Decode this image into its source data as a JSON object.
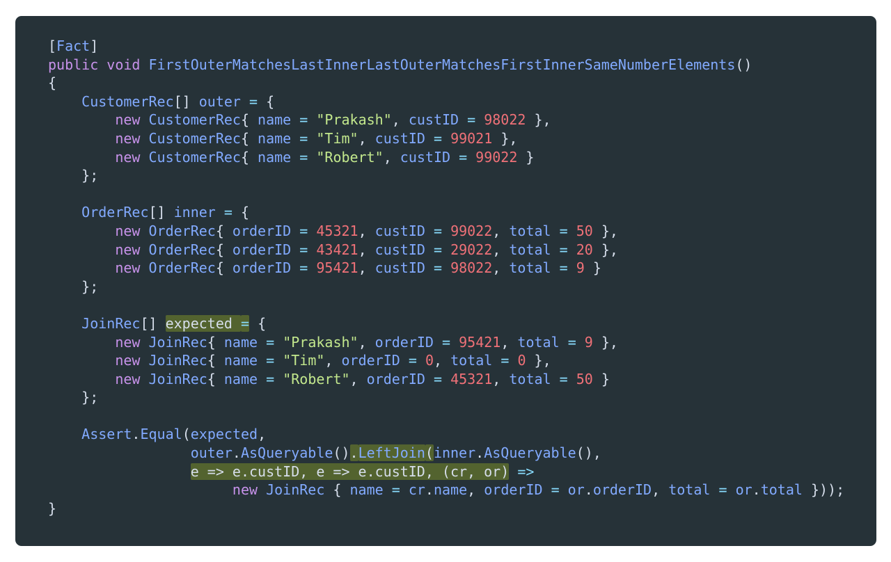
{
  "colors": {
    "background": "#263238",
    "keyword": "#c792ea",
    "identifier": "#82aaff",
    "operator": "#89ddff",
    "string": "#c3e88d",
    "number": "#f07178",
    "punctuation": "#d6deeb",
    "highlight": "#8ba026"
  },
  "code": {
    "lines": [
      [
        {
          "t": "punc",
          "v": "["
        },
        {
          "t": "attr",
          "v": "Fact"
        },
        {
          "t": "punc",
          "v": "]"
        }
      ],
      [
        {
          "t": "kw",
          "v": "public"
        },
        {
          "t": "plain",
          "v": " "
        },
        {
          "t": "kw",
          "v": "void"
        },
        {
          "t": "plain",
          "v": " "
        },
        {
          "t": "fn",
          "v": "FirstOuterMatchesLastInnerLastOuterMatchesFirstInnerSameNumberElements"
        },
        {
          "t": "punc",
          "v": "()"
        }
      ],
      [
        {
          "t": "punc",
          "v": "{"
        }
      ],
      [
        {
          "t": "plain",
          "v": "    "
        },
        {
          "t": "type",
          "v": "CustomerRec"
        },
        {
          "t": "punc",
          "v": "[] "
        },
        {
          "t": "id",
          "v": "outer"
        },
        {
          "t": "plain",
          "v": " "
        },
        {
          "t": "op",
          "v": "="
        },
        {
          "t": "plain",
          "v": " "
        },
        {
          "t": "punc",
          "v": "{"
        }
      ],
      [
        {
          "t": "plain",
          "v": "        "
        },
        {
          "t": "kw",
          "v": "new"
        },
        {
          "t": "plain",
          "v": " "
        },
        {
          "t": "type",
          "v": "CustomerRec"
        },
        {
          "t": "punc",
          "v": "{ "
        },
        {
          "t": "id",
          "v": "name"
        },
        {
          "t": "plain",
          "v": " "
        },
        {
          "t": "op",
          "v": "="
        },
        {
          "t": "plain",
          "v": " "
        },
        {
          "t": "str",
          "v": "\"Prakash\""
        },
        {
          "t": "punc",
          "v": ", "
        },
        {
          "t": "id",
          "v": "custID"
        },
        {
          "t": "plain",
          "v": " "
        },
        {
          "t": "op",
          "v": "="
        },
        {
          "t": "plain",
          "v": " "
        },
        {
          "t": "num",
          "v": "98022"
        },
        {
          "t": "punc",
          "v": " },"
        }
      ],
      [
        {
          "t": "plain",
          "v": "        "
        },
        {
          "t": "kw",
          "v": "new"
        },
        {
          "t": "plain",
          "v": " "
        },
        {
          "t": "type",
          "v": "CustomerRec"
        },
        {
          "t": "punc",
          "v": "{ "
        },
        {
          "t": "id",
          "v": "name"
        },
        {
          "t": "plain",
          "v": " "
        },
        {
          "t": "op",
          "v": "="
        },
        {
          "t": "plain",
          "v": " "
        },
        {
          "t": "str",
          "v": "\"Tim\""
        },
        {
          "t": "punc",
          "v": ", "
        },
        {
          "t": "id",
          "v": "custID"
        },
        {
          "t": "plain",
          "v": " "
        },
        {
          "t": "op",
          "v": "="
        },
        {
          "t": "plain",
          "v": " "
        },
        {
          "t": "num",
          "v": "99021"
        },
        {
          "t": "punc",
          "v": " },"
        }
      ],
      [
        {
          "t": "plain",
          "v": "        "
        },
        {
          "t": "kw",
          "v": "new"
        },
        {
          "t": "plain",
          "v": " "
        },
        {
          "t": "type",
          "v": "CustomerRec"
        },
        {
          "t": "punc",
          "v": "{ "
        },
        {
          "t": "id",
          "v": "name"
        },
        {
          "t": "plain",
          "v": " "
        },
        {
          "t": "op",
          "v": "="
        },
        {
          "t": "plain",
          "v": " "
        },
        {
          "t": "str",
          "v": "\"Robert\""
        },
        {
          "t": "punc",
          "v": ", "
        },
        {
          "t": "id",
          "v": "custID"
        },
        {
          "t": "plain",
          "v": " "
        },
        {
          "t": "op",
          "v": "="
        },
        {
          "t": "plain",
          "v": " "
        },
        {
          "t": "num",
          "v": "99022"
        },
        {
          "t": "punc",
          "v": " }"
        }
      ],
      [
        {
          "t": "plain",
          "v": "    "
        },
        {
          "t": "punc",
          "v": "};"
        }
      ],
      [],
      [
        {
          "t": "plain",
          "v": "    "
        },
        {
          "t": "type",
          "v": "OrderRec"
        },
        {
          "t": "punc",
          "v": "[] "
        },
        {
          "t": "id",
          "v": "inner"
        },
        {
          "t": "plain",
          "v": " "
        },
        {
          "t": "op",
          "v": "="
        },
        {
          "t": "plain",
          "v": " "
        },
        {
          "t": "punc",
          "v": "{"
        }
      ],
      [
        {
          "t": "plain",
          "v": "        "
        },
        {
          "t": "kw",
          "v": "new"
        },
        {
          "t": "plain",
          "v": " "
        },
        {
          "t": "type",
          "v": "OrderRec"
        },
        {
          "t": "punc",
          "v": "{ "
        },
        {
          "t": "id",
          "v": "orderID"
        },
        {
          "t": "plain",
          "v": " "
        },
        {
          "t": "op",
          "v": "="
        },
        {
          "t": "plain",
          "v": " "
        },
        {
          "t": "num",
          "v": "45321"
        },
        {
          "t": "punc",
          "v": ", "
        },
        {
          "t": "id",
          "v": "custID"
        },
        {
          "t": "plain",
          "v": " "
        },
        {
          "t": "op",
          "v": "="
        },
        {
          "t": "plain",
          "v": " "
        },
        {
          "t": "num",
          "v": "99022"
        },
        {
          "t": "punc",
          "v": ", "
        },
        {
          "t": "id",
          "v": "total"
        },
        {
          "t": "plain",
          "v": " "
        },
        {
          "t": "op",
          "v": "="
        },
        {
          "t": "plain",
          "v": " "
        },
        {
          "t": "num",
          "v": "50"
        },
        {
          "t": "punc",
          "v": " },"
        }
      ],
      [
        {
          "t": "plain",
          "v": "        "
        },
        {
          "t": "kw",
          "v": "new"
        },
        {
          "t": "plain",
          "v": " "
        },
        {
          "t": "type",
          "v": "OrderRec"
        },
        {
          "t": "punc",
          "v": "{ "
        },
        {
          "t": "id",
          "v": "orderID"
        },
        {
          "t": "plain",
          "v": " "
        },
        {
          "t": "op",
          "v": "="
        },
        {
          "t": "plain",
          "v": " "
        },
        {
          "t": "num",
          "v": "43421"
        },
        {
          "t": "punc",
          "v": ", "
        },
        {
          "t": "id",
          "v": "custID"
        },
        {
          "t": "plain",
          "v": " "
        },
        {
          "t": "op",
          "v": "="
        },
        {
          "t": "plain",
          "v": " "
        },
        {
          "t": "num",
          "v": "29022"
        },
        {
          "t": "punc",
          "v": ", "
        },
        {
          "t": "id",
          "v": "total"
        },
        {
          "t": "plain",
          "v": " "
        },
        {
          "t": "op",
          "v": "="
        },
        {
          "t": "plain",
          "v": " "
        },
        {
          "t": "num",
          "v": "20"
        },
        {
          "t": "punc",
          "v": " },"
        }
      ],
      [
        {
          "t": "plain",
          "v": "        "
        },
        {
          "t": "kw",
          "v": "new"
        },
        {
          "t": "plain",
          "v": " "
        },
        {
          "t": "type",
          "v": "OrderRec"
        },
        {
          "t": "punc",
          "v": "{ "
        },
        {
          "t": "id",
          "v": "orderID"
        },
        {
          "t": "plain",
          "v": " "
        },
        {
          "t": "op",
          "v": "="
        },
        {
          "t": "plain",
          "v": " "
        },
        {
          "t": "num",
          "v": "95421"
        },
        {
          "t": "punc",
          "v": ", "
        },
        {
          "t": "id",
          "v": "custID"
        },
        {
          "t": "plain",
          "v": " "
        },
        {
          "t": "op",
          "v": "="
        },
        {
          "t": "plain",
          "v": " "
        },
        {
          "t": "num",
          "v": "98022"
        },
        {
          "t": "punc",
          "v": ", "
        },
        {
          "t": "id",
          "v": "total"
        },
        {
          "t": "plain",
          "v": " "
        },
        {
          "t": "op",
          "v": "="
        },
        {
          "t": "plain",
          "v": " "
        },
        {
          "t": "num",
          "v": "9"
        },
        {
          "t": "punc",
          "v": " }"
        }
      ],
      [
        {
          "t": "plain",
          "v": "    "
        },
        {
          "t": "punc",
          "v": "};"
        }
      ],
      [],
      [
        {
          "t": "plain",
          "v": "    "
        },
        {
          "t": "type",
          "v": "JoinRec"
        },
        {
          "t": "punc",
          "v": "[] "
        },
        {
          "t": "plain",
          "v": "expected ",
          "hl": true
        },
        {
          "t": "op",
          "v": "=",
          "hl": true
        },
        {
          "t": "plain",
          "v": " "
        },
        {
          "t": "punc",
          "v": "{"
        }
      ],
      [
        {
          "t": "plain",
          "v": "        "
        },
        {
          "t": "kw",
          "v": "new"
        },
        {
          "t": "plain",
          "v": " "
        },
        {
          "t": "type",
          "v": "JoinRec"
        },
        {
          "t": "punc",
          "v": "{ "
        },
        {
          "t": "id",
          "v": "name"
        },
        {
          "t": "plain",
          "v": " "
        },
        {
          "t": "op",
          "v": "="
        },
        {
          "t": "plain",
          "v": " "
        },
        {
          "t": "str",
          "v": "\"Prakash\""
        },
        {
          "t": "punc",
          "v": ", "
        },
        {
          "t": "id",
          "v": "orderID"
        },
        {
          "t": "plain",
          "v": " "
        },
        {
          "t": "op",
          "v": "="
        },
        {
          "t": "plain",
          "v": " "
        },
        {
          "t": "num",
          "v": "95421"
        },
        {
          "t": "punc",
          "v": ", "
        },
        {
          "t": "id",
          "v": "total"
        },
        {
          "t": "plain",
          "v": " "
        },
        {
          "t": "op",
          "v": "="
        },
        {
          "t": "plain",
          "v": " "
        },
        {
          "t": "num",
          "v": "9"
        },
        {
          "t": "punc",
          "v": " },"
        }
      ],
      [
        {
          "t": "plain",
          "v": "        "
        },
        {
          "t": "kw",
          "v": "new"
        },
        {
          "t": "plain",
          "v": " "
        },
        {
          "t": "type",
          "v": "JoinRec"
        },
        {
          "t": "punc",
          "v": "{ "
        },
        {
          "t": "id",
          "v": "name"
        },
        {
          "t": "plain",
          "v": " "
        },
        {
          "t": "op",
          "v": "="
        },
        {
          "t": "plain",
          "v": " "
        },
        {
          "t": "str",
          "v": "\"Tim\""
        },
        {
          "t": "punc",
          "v": ", "
        },
        {
          "t": "id",
          "v": "orderID"
        },
        {
          "t": "plain",
          "v": " "
        },
        {
          "t": "op",
          "v": "="
        },
        {
          "t": "plain",
          "v": " "
        },
        {
          "t": "num",
          "v": "0"
        },
        {
          "t": "punc",
          "v": ", "
        },
        {
          "t": "id",
          "v": "total"
        },
        {
          "t": "plain",
          "v": " "
        },
        {
          "t": "op",
          "v": "="
        },
        {
          "t": "plain",
          "v": " "
        },
        {
          "t": "num",
          "v": "0"
        },
        {
          "t": "punc",
          "v": " },"
        }
      ],
      [
        {
          "t": "plain",
          "v": "        "
        },
        {
          "t": "kw",
          "v": "new"
        },
        {
          "t": "plain",
          "v": " "
        },
        {
          "t": "type",
          "v": "JoinRec"
        },
        {
          "t": "punc",
          "v": "{ "
        },
        {
          "t": "id",
          "v": "name"
        },
        {
          "t": "plain",
          "v": " "
        },
        {
          "t": "op",
          "v": "="
        },
        {
          "t": "plain",
          "v": " "
        },
        {
          "t": "str",
          "v": "\"Robert\""
        },
        {
          "t": "punc",
          "v": ", "
        },
        {
          "t": "id",
          "v": "orderID"
        },
        {
          "t": "plain",
          "v": " "
        },
        {
          "t": "op",
          "v": "="
        },
        {
          "t": "plain",
          "v": " "
        },
        {
          "t": "num",
          "v": "45321"
        },
        {
          "t": "punc",
          "v": ", "
        },
        {
          "t": "id",
          "v": "total"
        },
        {
          "t": "plain",
          "v": " "
        },
        {
          "t": "op",
          "v": "="
        },
        {
          "t": "plain",
          "v": " "
        },
        {
          "t": "num",
          "v": "50"
        },
        {
          "t": "punc",
          "v": " }"
        }
      ],
      [
        {
          "t": "plain",
          "v": "    "
        },
        {
          "t": "punc",
          "v": "};"
        }
      ],
      [],
      [
        {
          "t": "plain",
          "v": "    "
        },
        {
          "t": "id",
          "v": "Assert"
        },
        {
          "t": "punc",
          "v": "."
        },
        {
          "t": "fn",
          "v": "Equal"
        },
        {
          "t": "punc",
          "v": "("
        },
        {
          "t": "id",
          "v": "expected"
        },
        {
          "t": "punc",
          "v": ","
        }
      ],
      [
        {
          "t": "plain",
          "v": "                 "
        },
        {
          "t": "id",
          "v": "outer"
        },
        {
          "t": "punc",
          "v": "."
        },
        {
          "t": "fn",
          "v": "AsQueryable"
        },
        {
          "t": "punc",
          "v": "()"
        },
        {
          "t": "punc",
          "v": ".",
          "hl": true
        },
        {
          "t": "fn",
          "v": "LeftJoin",
          "hl": true
        },
        {
          "t": "punc",
          "v": "(",
          "hl": true
        },
        {
          "t": "id",
          "v": "inner"
        },
        {
          "t": "punc",
          "v": "."
        },
        {
          "t": "fn",
          "v": "AsQueryable"
        },
        {
          "t": "punc",
          "v": "(),"
        }
      ],
      [
        {
          "t": "plain",
          "v": "                 "
        },
        {
          "t": "plain",
          "v": "e => e.custID, e => e.custID, (cr, or)",
          "hl": true
        },
        {
          "t": "plain",
          "v": " "
        },
        {
          "t": "op",
          "v": "=>"
        }
      ],
      [
        {
          "t": "plain",
          "v": "                      "
        },
        {
          "t": "kw",
          "v": "new"
        },
        {
          "t": "plain",
          "v": " "
        },
        {
          "t": "type",
          "v": "JoinRec"
        },
        {
          "t": "plain",
          "v": " "
        },
        {
          "t": "punc",
          "v": "{ "
        },
        {
          "t": "id",
          "v": "name"
        },
        {
          "t": "plain",
          "v": " "
        },
        {
          "t": "op",
          "v": "="
        },
        {
          "t": "plain",
          "v": " "
        },
        {
          "t": "id",
          "v": "cr"
        },
        {
          "t": "punc",
          "v": "."
        },
        {
          "t": "id",
          "v": "name"
        },
        {
          "t": "punc",
          "v": ", "
        },
        {
          "t": "id",
          "v": "orderID"
        },
        {
          "t": "plain",
          "v": " "
        },
        {
          "t": "op",
          "v": "="
        },
        {
          "t": "plain",
          "v": " "
        },
        {
          "t": "id",
          "v": "or"
        },
        {
          "t": "punc",
          "v": "."
        },
        {
          "t": "id",
          "v": "orderID"
        },
        {
          "t": "punc",
          "v": ", "
        },
        {
          "t": "id",
          "v": "total"
        },
        {
          "t": "plain",
          "v": " "
        },
        {
          "t": "op",
          "v": "="
        },
        {
          "t": "plain",
          "v": " "
        },
        {
          "t": "id",
          "v": "or"
        },
        {
          "t": "punc",
          "v": "."
        },
        {
          "t": "id",
          "v": "total"
        },
        {
          "t": "plain",
          "v": " "
        },
        {
          "t": "punc",
          "v": "}));"
        }
      ],
      [
        {
          "t": "punc",
          "v": "}"
        }
      ]
    ]
  }
}
